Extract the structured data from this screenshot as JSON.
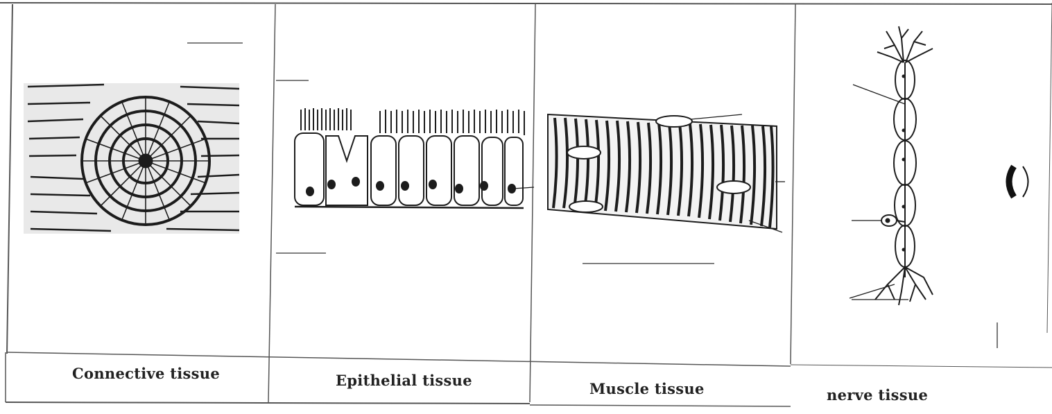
{
  "diagram": {
    "panels": [
      {
        "label": "Connective tissue",
        "illustration": "bone-osteon-illustration"
      },
      {
        "label": "Epithelial tissue",
        "illustration": "columnar-ciliated-epithelium-illustration"
      },
      {
        "label": "Muscle tissue",
        "illustration": "striated-muscle-fibre-illustration"
      },
      {
        "label": "nerve tissue",
        "illustration": "neuron-illustration"
      }
    ],
    "colors": {
      "ink": "#1c1c1c",
      "paper": "#ffffff",
      "grid": "#555555"
    }
  }
}
